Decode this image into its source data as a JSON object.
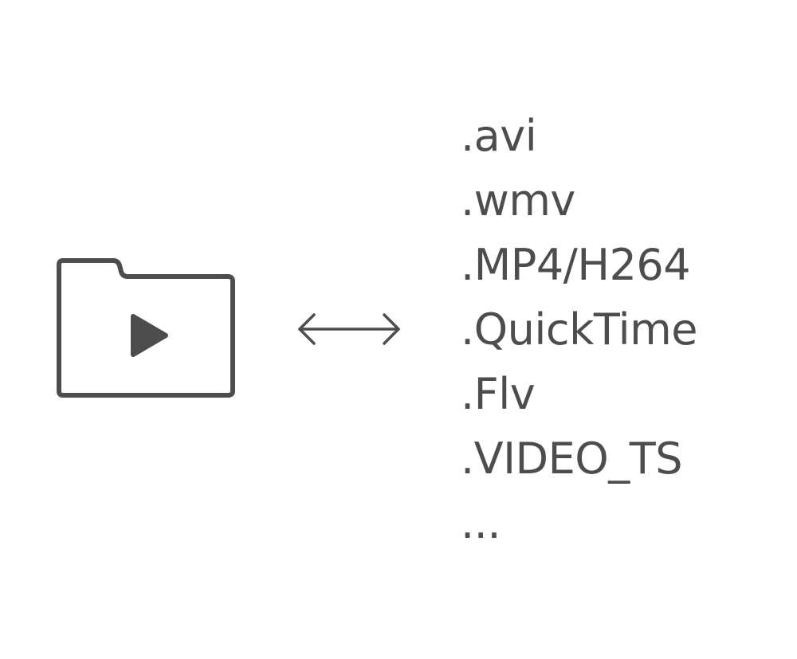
{
  "icons": {
    "folder": "video-folder-icon",
    "arrow": "double-headed-arrow-icon"
  },
  "colors": {
    "ink": "#4d4d4d",
    "background": "#ffffff"
  },
  "formats": [
    ".avi",
    ".wmv",
    ".MP4/H264",
    ".QuickTime",
    ".Flv",
    ".VIDEO_TS",
    "..."
  ]
}
